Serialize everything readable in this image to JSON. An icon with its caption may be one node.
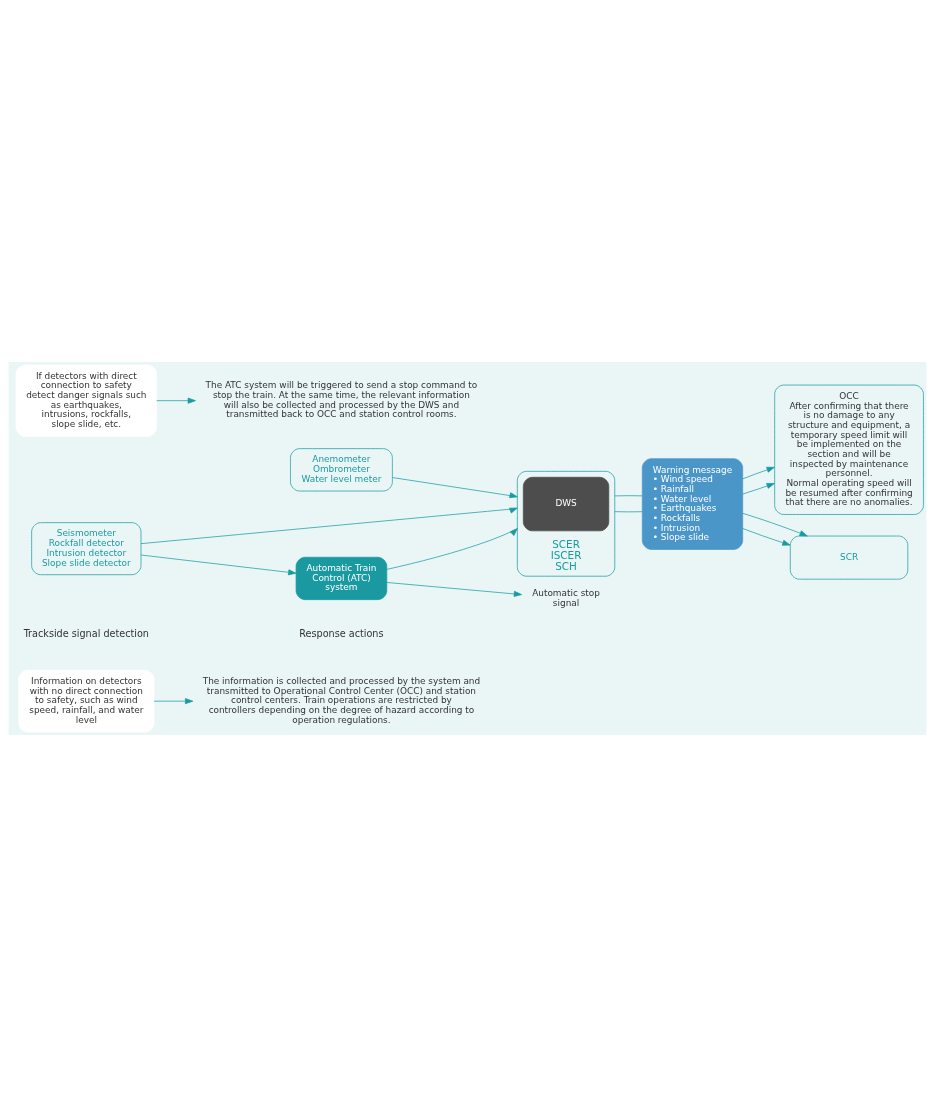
{
  "diagram": {
    "nodes": [
      {
        "text": [
          "Information on detectors with no direct connection to safety, such as wind speed, rainfall, and water level"
        ]
      },
      {
        "text": [
          "The information is collected and processed by the system and transmitted to Operational Control Center (OCC) and station control centers. Train operations are restricted by controllers depending on the degree of hazard according to operation regulations."
        ]
      },
      {
        "text": [
          "Anemometer",
          "Ombrometer",
          "Water level meter"
        ]
      },
      {
        "text": [
          "SCER",
          "ISCER",
          "SCH"
        ]
      },
      {
        "text": [
          "DWS"
        ],
        "in": 3
      },
      {
        "text": [
          "Warning message",
          "• Wind speed",
          "• Rainfall",
          "• Water level",
          "• Earthquakes",
          "• Rockfalls",
          "• Intrusion",
          "• Slope slide"
        ]
      },
      {
        "text": [
          "OCC",
          "After confirming that there is no damage to any structure and equipment, a temporary speed limit will be implemented on the section and will be inspected by maintenance personnel.",
          "Normal operating speed will be resumed after confirming that there are no anomalies."
        ]
      },
      {
        "text": [
          "Seismometer",
          "Rockfall detector",
          "Intrusion detector",
          "Slope slide detector"
        ]
      },
      {
        "text": [
          "Automatic Train Control (ATC) system"
        ]
      },
      {
        "text": [
          "Automatic stop signal"
        ]
      },
      {
        "text": [
          "SCR"
        ]
      },
      {
        "text": [
          "If detectors with direct connection to safety detect danger signals such as earthquakes, intrusions, rockfalls, slope slide, etc."
        ]
      },
      {
        "text": [
          "The ATC system will be triggered to send a stop command to stop the train. At the same time, the relevant information will also be collected and processed by the DWS and transmitted back to OCC and station control rooms."
        ]
      }
    ],
    "edges": [
      {
        "from": 0,
        "to": 1,
        "arrow": "to"
      },
      {
        "from": 2,
        "to": 3,
        "arrow": "to"
      },
      {
        "from": 7,
        "to": 3,
        "arrow": "to"
      },
      {
        "from": 8,
        "to": 3,
        "arrow": "to"
      },
      {
        "from": 7,
        "to": 8,
        "arrow": "to"
      },
      {
        "from": 8,
        "to": 9,
        "arrow": "to"
      },
      {
        "from": 3,
        "to": 5,
        "arrow": "none"
      },
      {
        "from": 3,
        "to": 5,
        "arrow": "none"
      },
      {
        "from": 5,
        "to": 6,
        "arrow": "to"
      },
      {
        "from": 5,
        "to": 6,
        "arrow": "to"
      },
      {
        "from": 5,
        "to": 10,
        "arrow": "to"
      },
      {
        "from": 5,
        "to": 10,
        "arrow": "to"
      },
      {
        "from": 11,
        "to": 12,
        "arrow": "to"
      }
    ],
    "labels": [
      "Trackside signal detection",
      "Response actions"
    ]
  }
}
